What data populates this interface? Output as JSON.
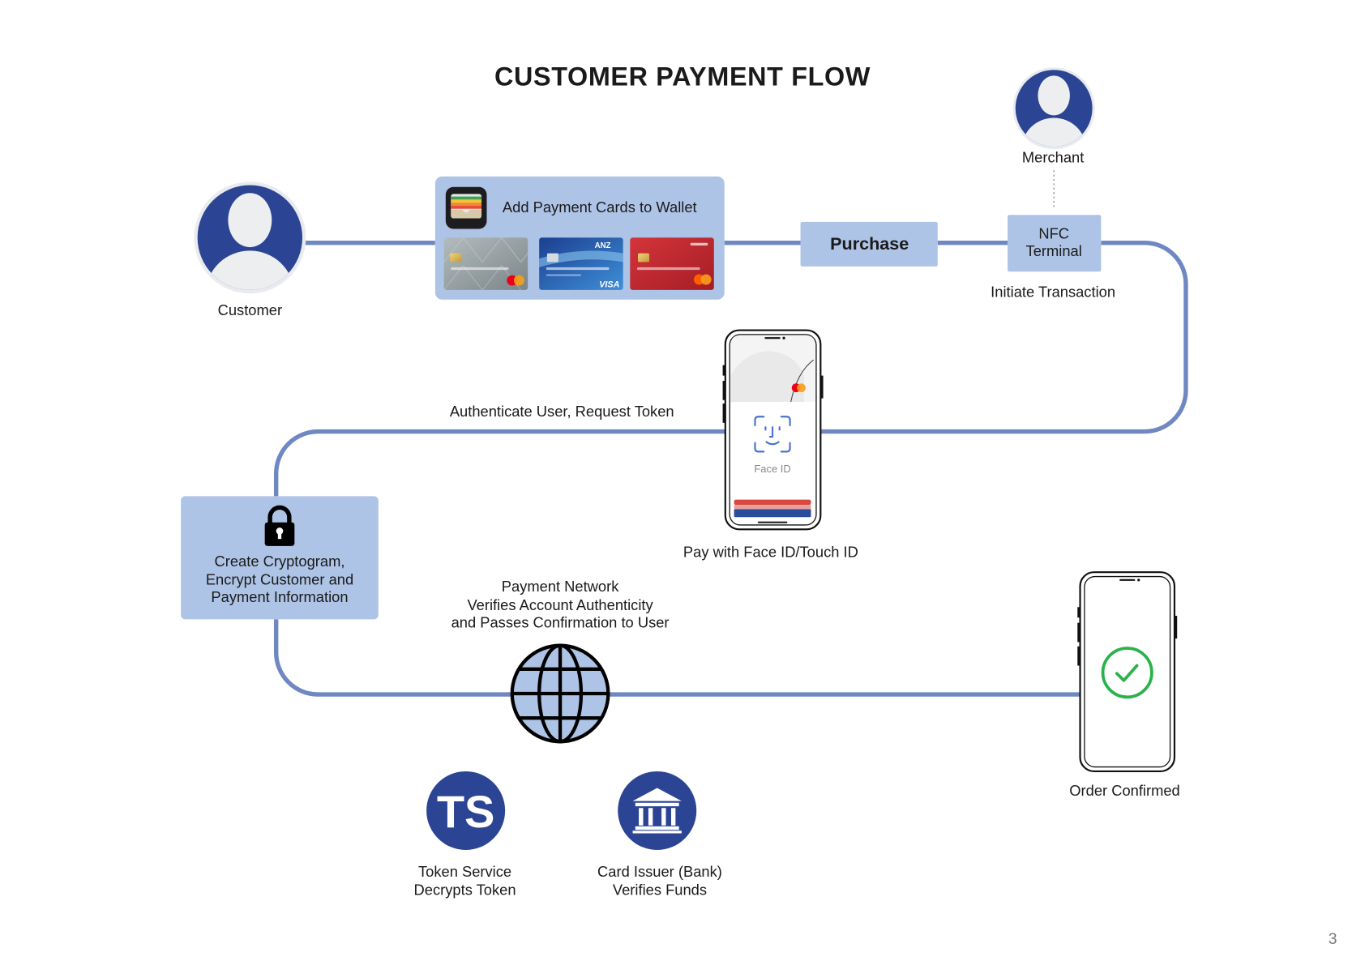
{
  "title": "CUSTOMER PAYMENT FLOW",
  "page_number": "3",
  "colors": {
    "flow_line": "#6f88c2",
    "box_fill": "#aec4e6",
    "navy": "#2b4594",
    "success_green": "#2bb24c",
    "face_id_blue": "#4773cf"
  },
  "customer": {
    "label": "Customer",
    "icon": "person-icon"
  },
  "merchant": {
    "label": "Merchant",
    "icon": "person-icon"
  },
  "wallet": {
    "label": "Add Payment Cards to Wallet",
    "icon": "wallet-icon",
    "cards": [
      {
        "color": "silver",
        "logo": "mastercard-logo"
      },
      {
        "color": "blue",
        "issuer": "ANZ",
        "network": "VISA"
      },
      {
        "color": "red",
        "logo": "mastercard-logo"
      }
    ]
  },
  "purchase": {
    "label": "Purchase"
  },
  "nfc_terminal": {
    "lines": [
      "NFC",
      "Terminal"
    ],
    "caption": "Initiate Transaction"
  },
  "authenticate": {
    "label": "Authenticate User, Request Token"
  },
  "phone_payment": {
    "face_id_label": "Face ID",
    "caption": "Pay with Face ID/Touch ID",
    "icon": "face-id-icon"
  },
  "cryptogram": {
    "lines": [
      "Create Cryptogram,",
      "Encrypt Customer and",
      "Payment Information"
    ],
    "icon": "lock-icon"
  },
  "payment_network": {
    "lines": [
      "Payment Network",
      "Verifies Account Authenticity",
      "and Passes Confirmation to User"
    ],
    "icon": "globe-icon"
  },
  "token_service": {
    "badge": "TS",
    "lines": [
      "Token Service",
      "Decrypts Token"
    ]
  },
  "card_issuer": {
    "lines": [
      "Card Issuer (Bank)",
      "Verifies Funds"
    ],
    "icon": "bank-icon"
  },
  "order_confirmed": {
    "label": "Order Confirmed",
    "icon": "check-circle-icon"
  }
}
